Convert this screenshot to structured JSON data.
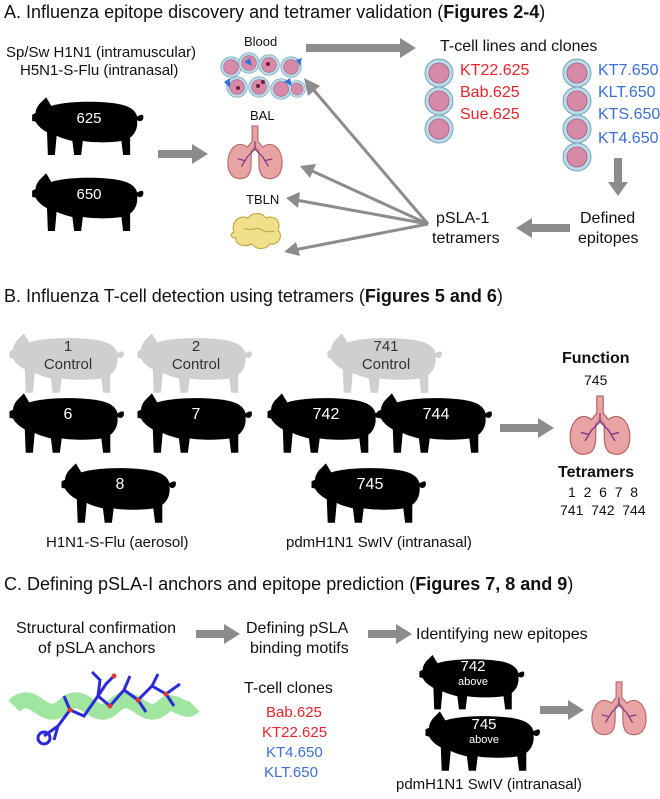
{
  "sectionA": {
    "title_pre": "A. Influenza epitope discovery and tetramer validation (",
    "title_bold": "Figures 2-4",
    "title_post": ")",
    "strain_line1": "Sp/Sw H1N1 (intramuscular)",
    "strain_line2": "H5N1-S-Flu (intranasal)",
    "pig1": "625",
    "pig2": "650",
    "blood": "Blood",
    "bal": "BAL",
    "tbln": "TBLN",
    "tcell_title": "T-cell lines and clones",
    "clones_red": [
      "KT22.625",
      "Bab.625",
      "Sue.625"
    ],
    "clones_blue": [
      "KT7.650",
      "KLT.650",
      "KTS.650",
      "KT4.650"
    ],
    "tetramer_line1": "pSLA-1",
    "tetramer_line2": "tetramers",
    "defined_line1": "Defined",
    "defined_line2": "epitopes"
  },
  "sectionB": {
    "title_pre": "B. Influenza T-cell detection using tetramers (",
    "title_bold": "Figures 5 and 6",
    "title_post": ")",
    "control1_num": "1",
    "control2_num": "2",
    "control3_num": "741",
    "control_label": "Control",
    "pigs_left": [
      "6",
      "7",
      "8"
    ],
    "pigs_right": [
      "742",
      "744",
      "745"
    ],
    "caption_left": "H1N1-S-Flu (aerosol)",
    "caption_right": "pdmH1N1 SwIV (intranasal)",
    "function_title": "Function",
    "function_value": "745",
    "tetramers_title": "Tetramers",
    "tetramers_row1": "1  2  6  7  8",
    "tetramers_row2": "741  742  744"
  },
  "sectionC": {
    "title_pre": "C. Defining pSLA-I anchors and epitope prediction (",
    "title_bold": "Figures 7, 8 and 9",
    "title_post": ")",
    "struct_line1": "Structural confirmation",
    "struct_line2": "of pSLA anchors",
    "motif_line1": "Defining pSLA",
    "motif_line2": "binding motifs",
    "new_epitopes": "Identifying new epitopes",
    "clones_title": "T-cell clones",
    "clones": [
      {
        "name": "Bab.625",
        "color": "#e8232a"
      },
      {
        "name": "KT22.625",
        "color": "#e8232a"
      },
      {
        "name": "KT4.650",
        "color": "#3a6fd8"
      },
      {
        "name": "KLT.650",
        "color": "#3a6fd8"
      }
    ],
    "pig1_num": "742",
    "pig1_sub": "above",
    "pig2_num": "745",
    "pig2_sub": "above",
    "caption": "pdmH1N1 SwIV (intranasal)"
  },
  "colors": {
    "pig_black": "#000000",
    "pig_grey": "#cfcfcf",
    "arrow_grey": "#8c8c8c",
    "red_text": "#e8232a",
    "blue_text": "#3a6fd8"
  }
}
